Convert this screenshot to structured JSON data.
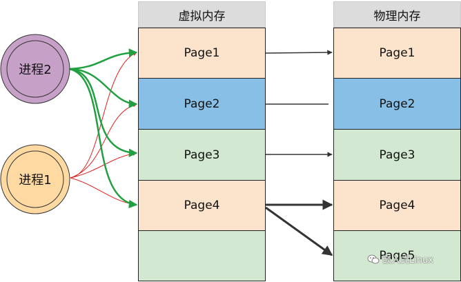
{
  "virtual_memory": {
    "title": "虚拟内存",
    "pages": [
      "Page1",
      "Page2",
      "Page3",
      "Page4",
      ""
    ]
  },
  "physical_memory": {
    "title": "物理内存",
    "pages": [
      "Page1",
      "Page2",
      "Page3",
      "Page4",
      "Page5"
    ]
  },
  "processes": {
    "p2": "进程2",
    "p1": "进程1"
  },
  "watermark": "嵌入式Linux",
  "colors": {
    "peach": "#fce4cc",
    "blue": "#88bfe6",
    "green": "#d3e8d0",
    "header": "#dcdcdc",
    "purple": "#c7a0c8",
    "orange": "#fed9a2",
    "green_arrow": "#20a040",
    "red_arrow": "#e02020",
    "dark_arrow": "#333333"
  }
}
